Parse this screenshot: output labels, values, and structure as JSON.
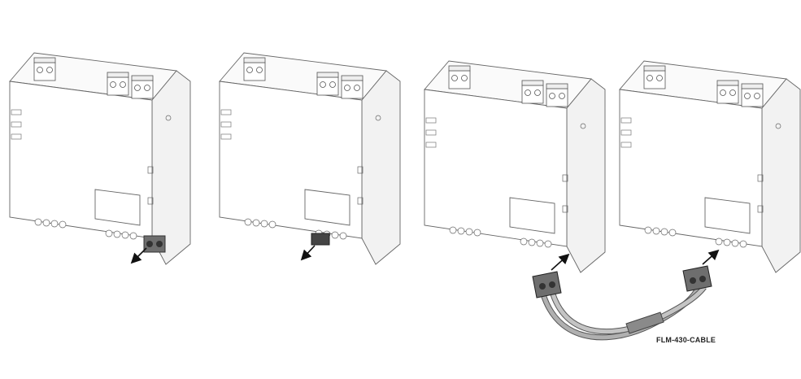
{
  "diagram": {
    "modules": [
      {
        "id": "module-1",
        "step": "remove-connector"
      },
      {
        "id": "module-2",
        "step": "connector-removed"
      },
      {
        "id": "module-3",
        "step": "insert-cable"
      },
      {
        "id": "module-4",
        "step": "insert-cable"
      }
    ],
    "cable_label": "FLM-430-CABLE",
    "colors": {
      "outline": "#555555",
      "connector": "#6e6e6e",
      "cable": "#9a9a9a",
      "arrow": "#111111"
    }
  }
}
